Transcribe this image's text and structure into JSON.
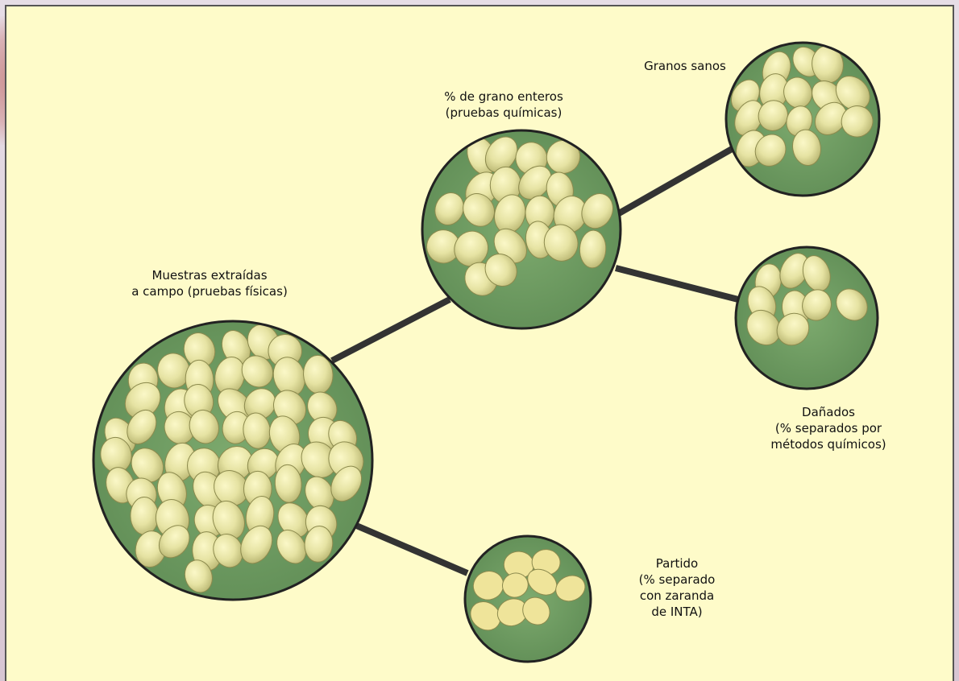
{
  "nodes": {
    "samples": {
      "label_1": "Muestras extraídas",
      "label_2": "a campo (pruebas físicas)"
    },
    "whole": {
      "label_1": "% de grano enteros",
      "label_2": "(pruebas químicas)"
    },
    "healthy": {
      "label_1": "Granos sanos"
    },
    "damaged": {
      "label_1": "Dañados",
      "label_2": "(% separados por",
      "label_3": "métodos químicos)"
    },
    "split": {
      "label_1": "Partido",
      "label_2": "(% separado",
      "label_3": "con zaranda",
      "label_4": "de INTA)"
    }
  },
  "colors": {
    "panel_bg": "#fefbc9",
    "photo_bg": "#6f9d62",
    "bean": "#e6e3a3",
    "connector": "#333333"
  }
}
